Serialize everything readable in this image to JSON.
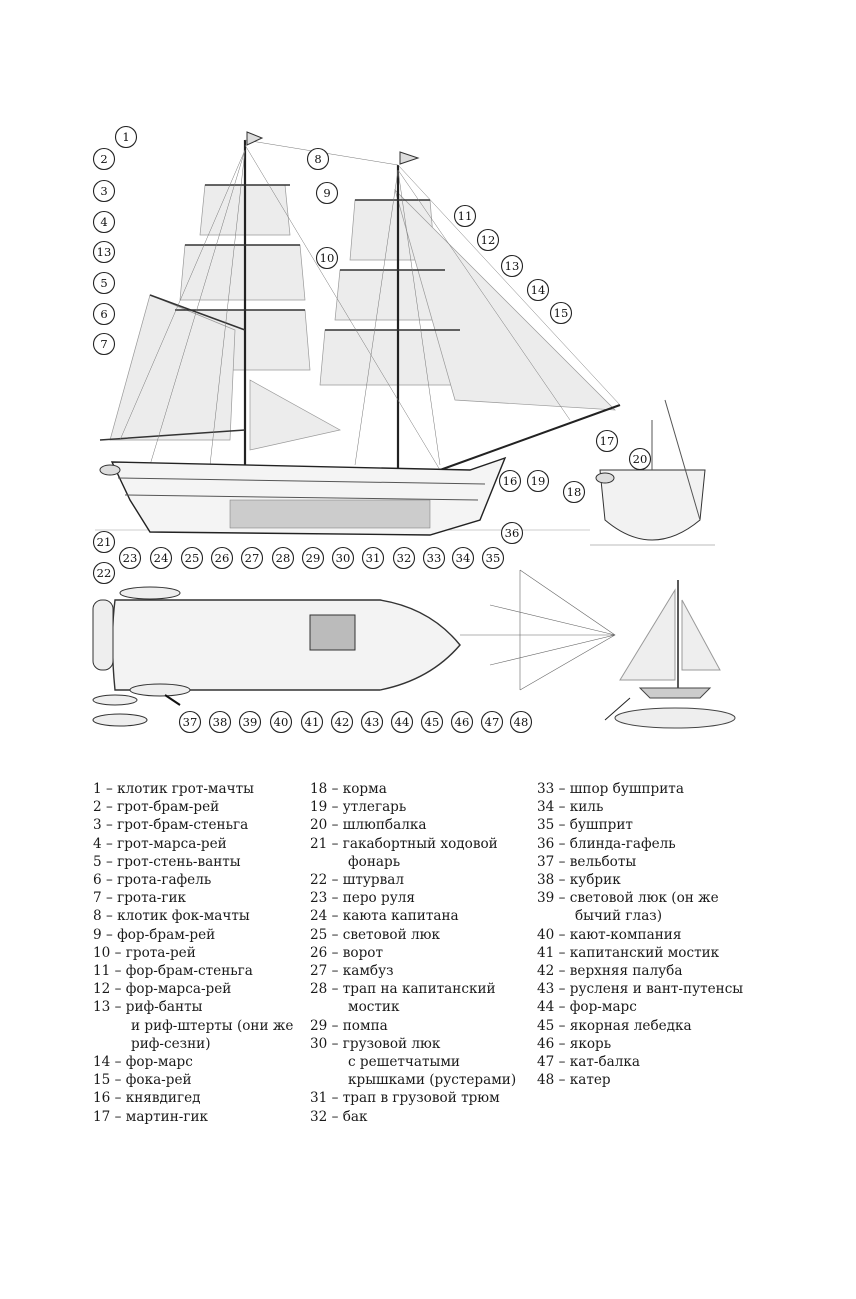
{
  "diagram": {
    "callouts": [
      "1",
      "2",
      "3",
      "4",
      "13",
      "5",
      "6",
      "7",
      "8",
      "9",
      "11",
      "10",
      "12",
      "13",
      "14",
      "15",
      "17",
      "16",
      "19",
      "20",
      "18",
      "21",
      "23",
      "24",
      "25",
      "26",
      "27",
      "28",
      "29",
      "30",
      "31",
      "32",
      "33",
      "34",
      "35",
      "36",
      "22",
      "37",
      "38",
      "39",
      "40",
      "41",
      "42",
      "43",
      "44",
      "45",
      "46",
      "47",
      "48"
    ]
  },
  "legend": {
    "separator": "–",
    "columns": [
      [
        {
          "num": "1",
          "lines": [
            "клотик грот-мачты"
          ]
        },
        {
          "num": "2",
          "lines": [
            "грот-брам-рей"
          ]
        },
        {
          "num": "3",
          "lines": [
            "грот-брам-стеньга"
          ]
        },
        {
          "num": "4",
          "lines": [
            "грот-марса-рей"
          ]
        },
        {
          "num": "5",
          "lines": [
            "грот-стень-ванты"
          ]
        },
        {
          "num": "6",
          "lines": [
            "грота-гафель"
          ]
        },
        {
          "num": "7",
          "lines": [
            "грота-гик"
          ]
        },
        {
          "num": "8",
          "lines": [
            "клотик фок-мачты"
          ]
        },
        {
          "num": "9",
          "lines": [
            "фор-брам-рей"
          ]
        },
        {
          "num": "10",
          "lines": [
            "грота-рей"
          ]
        },
        {
          "num": "11",
          "lines": [
            "фор-брам-стеньга"
          ]
        },
        {
          "num": "12",
          "lines": [
            "фор-марса-рей"
          ]
        },
        {
          "num": "13",
          "lines": [
            "риф-банты",
            "и риф-штерты (они же",
            "риф-сезни)"
          ]
        },
        {
          "num": "14",
          "lines": [
            "фор-марс"
          ]
        },
        {
          "num": "15",
          "lines": [
            "фока-рей"
          ]
        },
        {
          "num": "16",
          "lines": [
            "княвдигед"
          ]
        },
        {
          "num": "17",
          "lines": [
            "мартин-гик"
          ]
        }
      ],
      [
        {
          "num": "18",
          "lines": [
            "корма"
          ]
        },
        {
          "num": "19",
          "lines": [
            "утлегарь"
          ]
        },
        {
          "num": "20",
          "lines": [
            "шлюпбалка"
          ]
        },
        {
          "num": "21",
          "lines": [
            "гакабортный ходовой",
            "фонарь"
          ]
        },
        {
          "num": "22",
          "lines": [
            "штурвал"
          ]
        },
        {
          "num": "23",
          "lines": [
            "перо руля"
          ]
        },
        {
          "num": "24",
          "lines": [
            "каюта капитана"
          ]
        },
        {
          "num": "25",
          "lines": [
            "световой люк"
          ]
        },
        {
          "num": "26",
          "lines": [
            "ворот"
          ]
        },
        {
          "num": "27",
          "lines": [
            "камбуз"
          ]
        },
        {
          "num": "28",
          "lines": [
            "трап на капитанский",
            "мостик"
          ]
        },
        {
          "num": "29",
          "lines": [
            "помпа"
          ]
        },
        {
          "num": "30",
          "lines": [
            "грузовой люк",
            "с решетчатыми",
            "крышками (рустерами)"
          ]
        },
        {
          "num": "31",
          "lines": [
            "трап в грузовой трюм"
          ]
        },
        {
          "num": "32",
          "lines": [
            "бак"
          ]
        }
      ],
      [
        {
          "num": "33",
          "lines": [
            "шпор бушприта"
          ]
        },
        {
          "num": "34",
          "lines": [
            "киль"
          ]
        },
        {
          "num": "35",
          "lines": [
            "бушприт"
          ]
        },
        {
          "num": "36",
          "lines": [
            "блинда-гафель"
          ]
        },
        {
          "num": "37",
          "lines": [
            "вельботы"
          ]
        },
        {
          "num": "38",
          "lines": [
            "кубрик"
          ]
        },
        {
          "num": "39",
          "lines": [
            "световой люк (он же",
            "бычий глаз)"
          ]
        },
        {
          "num": "40",
          "lines": [
            "кают-компания"
          ]
        },
        {
          "num": "41",
          "lines": [
            "капитанский мостик"
          ]
        },
        {
          "num": "42",
          "lines": [
            "верхняя палуба"
          ]
        },
        {
          "num": "43",
          "lines": [
            "русленя и вант-путенсы"
          ]
        },
        {
          "num": "44",
          "lines": [
            "фор-марс"
          ]
        },
        {
          "num": "45",
          "lines": [
            "якорная лебедка"
          ]
        },
        {
          "num": "46",
          "lines": [
            "якорь"
          ]
        },
        {
          "num": "47",
          "lines": [
            "кат-балка"
          ]
        },
        {
          "num": "48",
          "lines": [
            "катер"
          ]
        }
      ]
    ]
  }
}
